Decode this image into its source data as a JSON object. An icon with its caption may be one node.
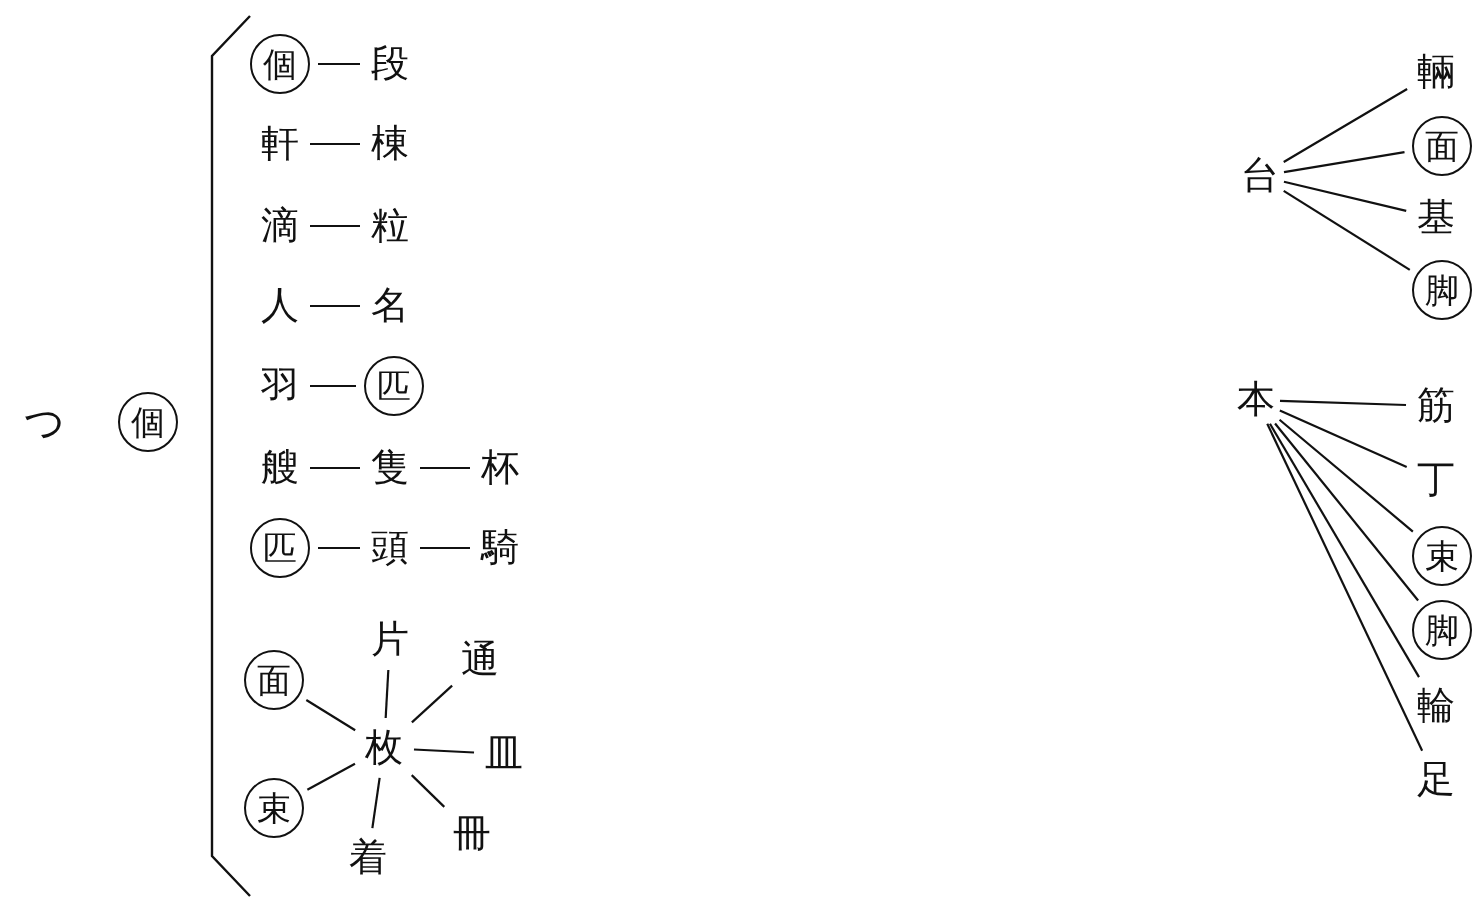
{
  "diagram": {
    "nodes": [
      {
        "text": [
          "個"
        ]
      },
      {
        "text": [
          "個"
        ]
      },
      {
        "text": [
          "段"
        ]
      },
      {
        "text": [
          "軒"
        ]
      },
      {
        "text": [
          "棟"
        ]
      },
      {
        "text": [
          "滴"
        ]
      },
      {
        "text": [
          "粒"
        ]
      },
      {
        "text": [
          "人"
        ]
      },
      {
        "text": [
          "名"
        ]
      },
      {
        "text": [
          "羽"
        ]
      },
      {
        "text": [
          "匹"
        ]
      },
      {
        "text": [
          "艘"
        ]
      },
      {
        "text": [
          "隻"
        ]
      },
      {
        "text": [
          "杯"
        ]
      },
      {
        "text": [
          "匹"
        ]
      },
      {
        "text": [
          "頭"
        ]
      },
      {
        "text": [
          "騎"
        ]
      },
      {
        "text": [
          "片"
        ]
      },
      {
        "text": [
          "面"
        ]
      },
      {
        "text": [
          "通"
        ]
      },
      {
        "text": [
          "枚"
        ]
      },
      {
        "text": [
          "皿"
        ]
      },
      {
        "text": [
          "束"
        ]
      },
      {
        "text": [
          "冊"
        ]
      },
      {
        "text": [
          "着"
        ]
      },
      {
        "text": [
          "台"
        ]
      },
      {
        "text": [
          "輛"
        ]
      },
      {
        "text": [
          "面"
        ]
      },
      {
        "text": [
          "基"
        ]
      },
      {
        "text": [
          "脚"
        ]
      },
      {
        "text": [
          "本"
        ]
      },
      {
        "text": [
          "筋"
        ]
      },
      {
        "text": [
          "丁"
        ]
      },
      {
        "text": [
          "束"
        ]
      },
      {
        "text": [
          "脚"
        ]
      },
      {
        "text": [
          "輪"
        ]
      },
      {
        "text": [
          "足"
        ]
      }
    ],
    "edges": [
      {
        "from": 1,
        "to": 2,
        "arrow": "none"
      },
      {
        "from": 3,
        "to": 4,
        "arrow": "none"
      },
      {
        "from": 5,
        "to": 6,
        "arrow": "none"
      },
      {
        "from": 7,
        "to": 8,
        "arrow": "none"
      },
      {
        "from": 9,
        "to": 10,
        "arrow": "none"
      },
      {
        "from": 11,
        "to": 12,
        "arrow": "none"
      },
      {
        "from": 12,
        "to": 13,
        "arrow": "none"
      },
      {
        "from": 14,
        "to": 15,
        "arrow": "none"
      },
      {
        "from": 15,
        "to": 16,
        "arrow": "none"
      },
      {
        "from": 20,
        "to": 17,
        "arrow": "none"
      },
      {
        "from": 20,
        "to": 18,
        "arrow": "none"
      },
      {
        "from": 20,
        "to": 19,
        "arrow": "none"
      },
      {
        "from": 20,
        "to": 21,
        "arrow": "none"
      },
      {
        "from": 20,
        "to": 22,
        "arrow": "none"
      },
      {
        "from": 20,
        "to": 23,
        "arrow": "none"
      },
      {
        "from": 20,
        "to": 24,
        "arrow": "none"
      },
      {
        "from": 25,
        "to": 26,
        "arrow": "none"
      },
      {
        "from": 25,
        "to": 27,
        "arrow": "none"
      },
      {
        "from": 25,
        "to": 28,
        "arrow": "none"
      },
      {
        "from": 25,
        "to": 29,
        "arrow": "none"
      },
      {
        "from": 30,
        "to": 31,
        "arrow": "none"
      },
      {
        "from": 30,
        "to": 32,
        "arrow": "none"
      },
      {
        "from": 30,
        "to": 33,
        "arrow": "none"
      },
      {
        "from": 30,
        "to": 34,
        "arrow": "none"
      },
      {
        "from": 30,
        "to": 35,
        "arrow": "none"
      },
      {
        "from": 30,
        "to": 36,
        "arrow": "none"
      }
    ],
    "labels": [
      "つ"
    ]
  }
}
